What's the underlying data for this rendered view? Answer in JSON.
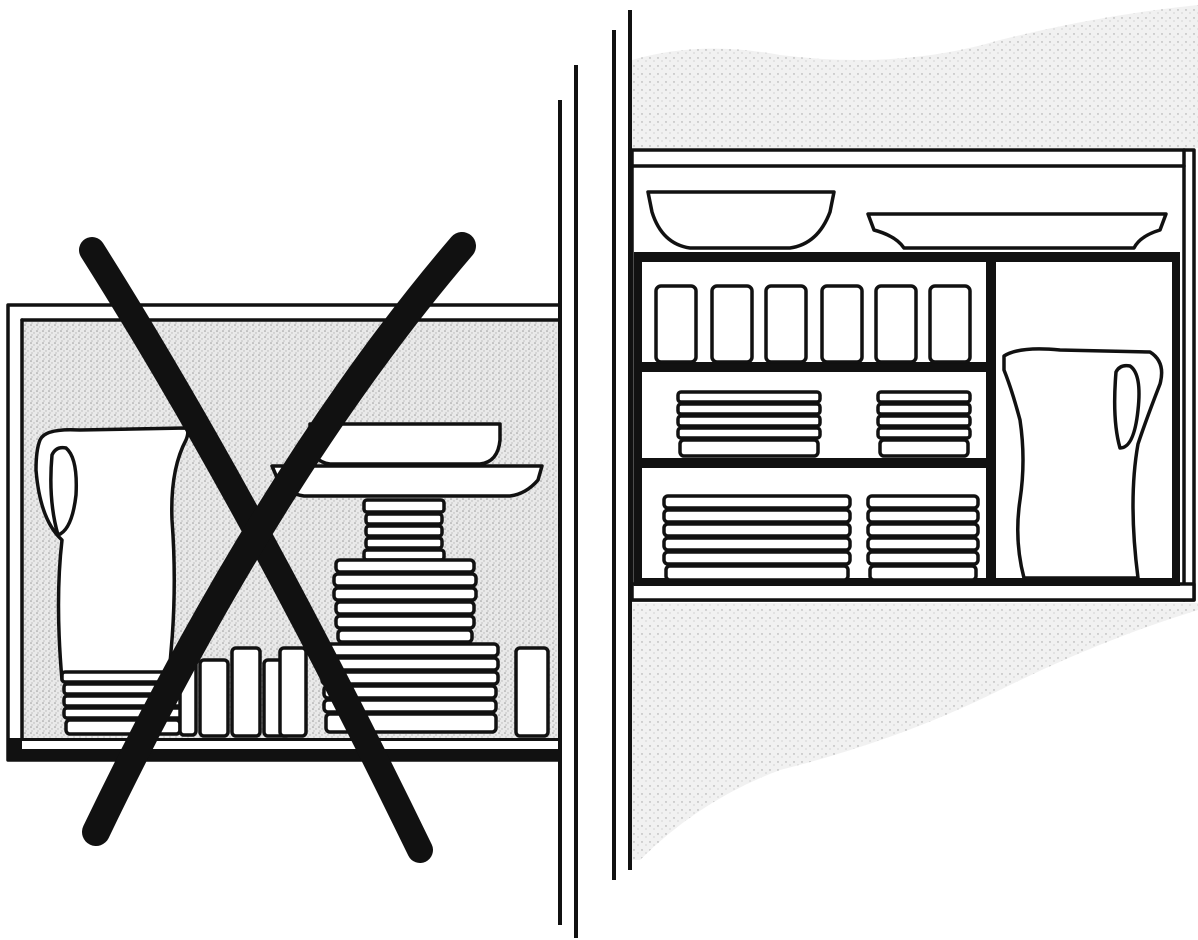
{
  "figure": {
    "left_panel": {
      "meaning": "incorrect",
      "marker_icon": "cross-mark-icon",
      "items": [
        "pitcher",
        "plate-stack",
        "glasses",
        "bowl",
        "serving-platter"
      ]
    },
    "right_panel": {
      "meaning": "correct",
      "items": [
        "bowl",
        "serving-platter",
        "glasses-row",
        "plate-stacks",
        "pitcher"
      ]
    },
    "colors": {
      "ink": "#111111",
      "paper": "#ffffff",
      "stipple": "#cfcfcf"
    }
  }
}
